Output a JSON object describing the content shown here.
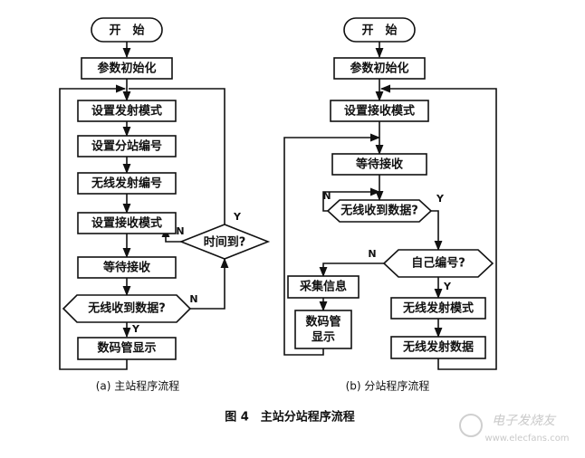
{
  "left_flow": {
    "start": "开　始",
    "init": "参数初始化",
    "set_tx_mode": "设置发射模式",
    "set_station_no": "设置分站编号",
    "wireless_tx_no": "无线发射编号",
    "set_rx_mode": "设置接收模式",
    "wait_rx": "等待接收",
    "q_received": "无线收到数据?",
    "q_timeout": "时间到?",
    "display": "数码管显示",
    "caption": "(a) 主站程序流程"
  },
  "right_flow": {
    "start": "开　始",
    "init": "参数初始化",
    "set_rx_mode": "设置接收模式",
    "wait_rx": "等待接收",
    "q_received": "无线收到数据?",
    "q_own_no": "自己编号?",
    "collect": "采集信息",
    "display_line1": "数码管",
    "display_line2": "显示",
    "tx_mode": "无线发射模式",
    "tx_data": "无线发射数据",
    "caption": "(b) 分站程序流程"
  },
  "yes": "Y",
  "no": "N",
  "figure_caption": "图 4　主站分站程序流程",
  "watermark": {
    "text": "电子发烧友",
    "url": "www.elecfans.com"
  }
}
